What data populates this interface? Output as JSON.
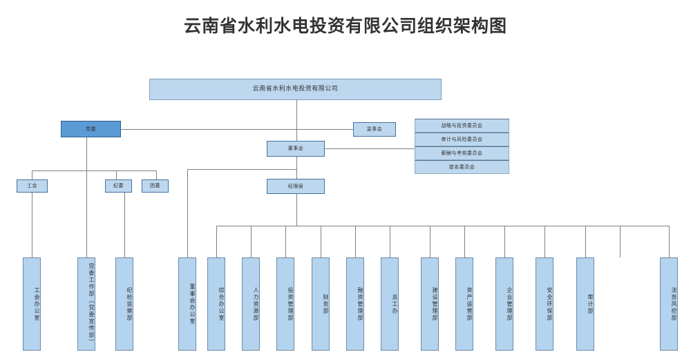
{
  "page": {
    "title": "云南省水利水电投资有限公司组织架构图",
    "colors": {
      "box_fill": "#BDD7EE",
      "box_fill_vertical": "#B3D3EE",
      "box_border": "#41719C",
      "accent_fill": "#5B9BD5",
      "accent_border": "#2E5F8A",
      "connector": "#7F7F7F",
      "title_text": "#333333",
      "background": "#FFFFFF"
    }
  },
  "chart_data": {
    "type": "diagram",
    "title": "云南省水利水电投资有限公司组织架构图",
    "root": "云南省水利水电投资有限公司",
    "nodes": {
      "root": {
        "label": "云南省水利水电投资有限公司"
      },
      "party_committee": {
        "label": "党委"
      },
      "board_of_supervisors": {
        "label": "监事会"
      },
      "board_of_directors": {
        "label": "董事会"
      },
      "management": {
        "label": "经理层"
      },
      "labor_union": {
        "label": "工会"
      },
      "discipline_committee": {
        "label": "纪委"
      },
      "youth_league": {
        "label": "团委"
      }
    },
    "committees": [
      {
        "label": "战略与投资委员会"
      },
      {
        "label": "审计与风险委员会"
      },
      {
        "label": "薪酬与考核委员会"
      },
      {
        "label": "提名委员会"
      }
    ],
    "party_departments": [
      {
        "label": "工会办公室",
        "parent": "工会"
      },
      {
        "label": "党委工作部（党委宣传部）",
        "parent": "党委"
      },
      {
        "label": "纪检监察部",
        "parent": "纪委"
      }
    ],
    "management_departments": [
      {
        "label": "董事会办公室"
      },
      {
        "label": "综合办公室"
      },
      {
        "label": "人力资源部"
      },
      {
        "label": "投资管理部"
      },
      {
        "label": "财务部"
      },
      {
        "label": "融资管理部"
      },
      {
        "label": "总工办"
      },
      {
        "label": "建设管理部"
      },
      {
        "label": "资产运营部"
      },
      {
        "label": "企业管理部"
      },
      {
        "label": "安全环保部"
      },
      {
        "label": "审计部"
      },
      {
        "label": "法务风控部"
      }
    ],
    "edges": [
      {
        "from": "云南省水利水电投资有限公司",
        "to": "党委"
      },
      {
        "from": "云南省水利水电投资有限公司",
        "to": "监事会"
      },
      {
        "from": "云南省水利水电投资有限公司",
        "to": "董事会"
      },
      {
        "from": "董事会",
        "to": "战略与投资委员会"
      },
      {
        "from": "董事会",
        "to": "审计与风险委员会"
      },
      {
        "from": "董事会",
        "to": "薪酬与考核委员会"
      },
      {
        "from": "董事会",
        "to": "提名委员会"
      },
      {
        "from": "董事会",
        "to": "经理层"
      },
      {
        "from": "党委",
        "to": "工会"
      },
      {
        "from": "党委",
        "to": "纪委"
      },
      {
        "from": "党委",
        "to": "团委"
      },
      {
        "from": "党委",
        "to": "党委工作部（党委宣传部）"
      },
      {
        "from": "工会",
        "to": "工会办公室"
      },
      {
        "from": "纪委",
        "to": "纪检监察部"
      },
      {
        "from": "经理层",
        "to": "董事会办公室"
      },
      {
        "from": "经理层",
        "to": "综合办公室"
      },
      {
        "from": "经理层",
        "to": "人力资源部"
      },
      {
        "from": "经理层",
        "to": "投资管理部"
      },
      {
        "from": "经理层",
        "to": "财务部"
      },
      {
        "from": "经理层",
        "to": "融资管理部"
      },
      {
        "from": "经理层",
        "to": "总工办"
      },
      {
        "from": "经理层",
        "to": "建设管理部"
      },
      {
        "from": "经理层",
        "to": "资产运营部"
      },
      {
        "from": "经理层",
        "to": "企业管理部"
      },
      {
        "from": "经理层",
        "to": "安全环保部"
      },
      {
        "from": "经理层",
        "to": "审计部"
      },
      {
        "from": "经理层",
        "to": "法务风控部"
      }
    ]
  }
}
